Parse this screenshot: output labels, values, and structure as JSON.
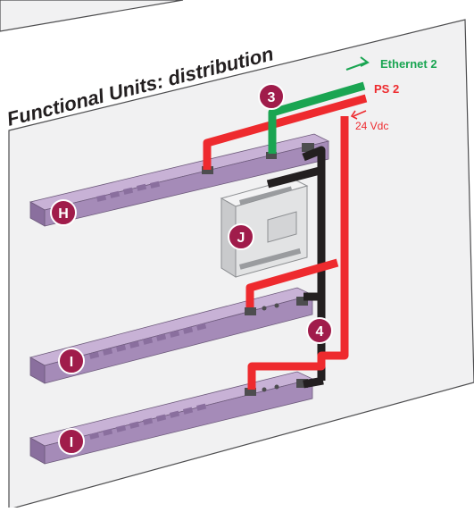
{
  "title": "Functional Units: distribution",
  "labels": {
    "ethernet": "Ethernet 2",
    "ps": "PS 2",
    "voltage": "24 Vdc"
  },
  "markers": {
    "m3": "3",
    "m4": "4",
    "mH": "H",
    "mJ": "J",
    "mI1": "I",
    "mI2": "I"
  },
  "colors": {
    "ethernet": "#1aa552",
    "power": "#ee2a2e",
    "bus": "#231f20",
    "marker": "#a01c4b",
    "module": "#a58bb8",
    "panel": "#f1f1f2"
  }
}
